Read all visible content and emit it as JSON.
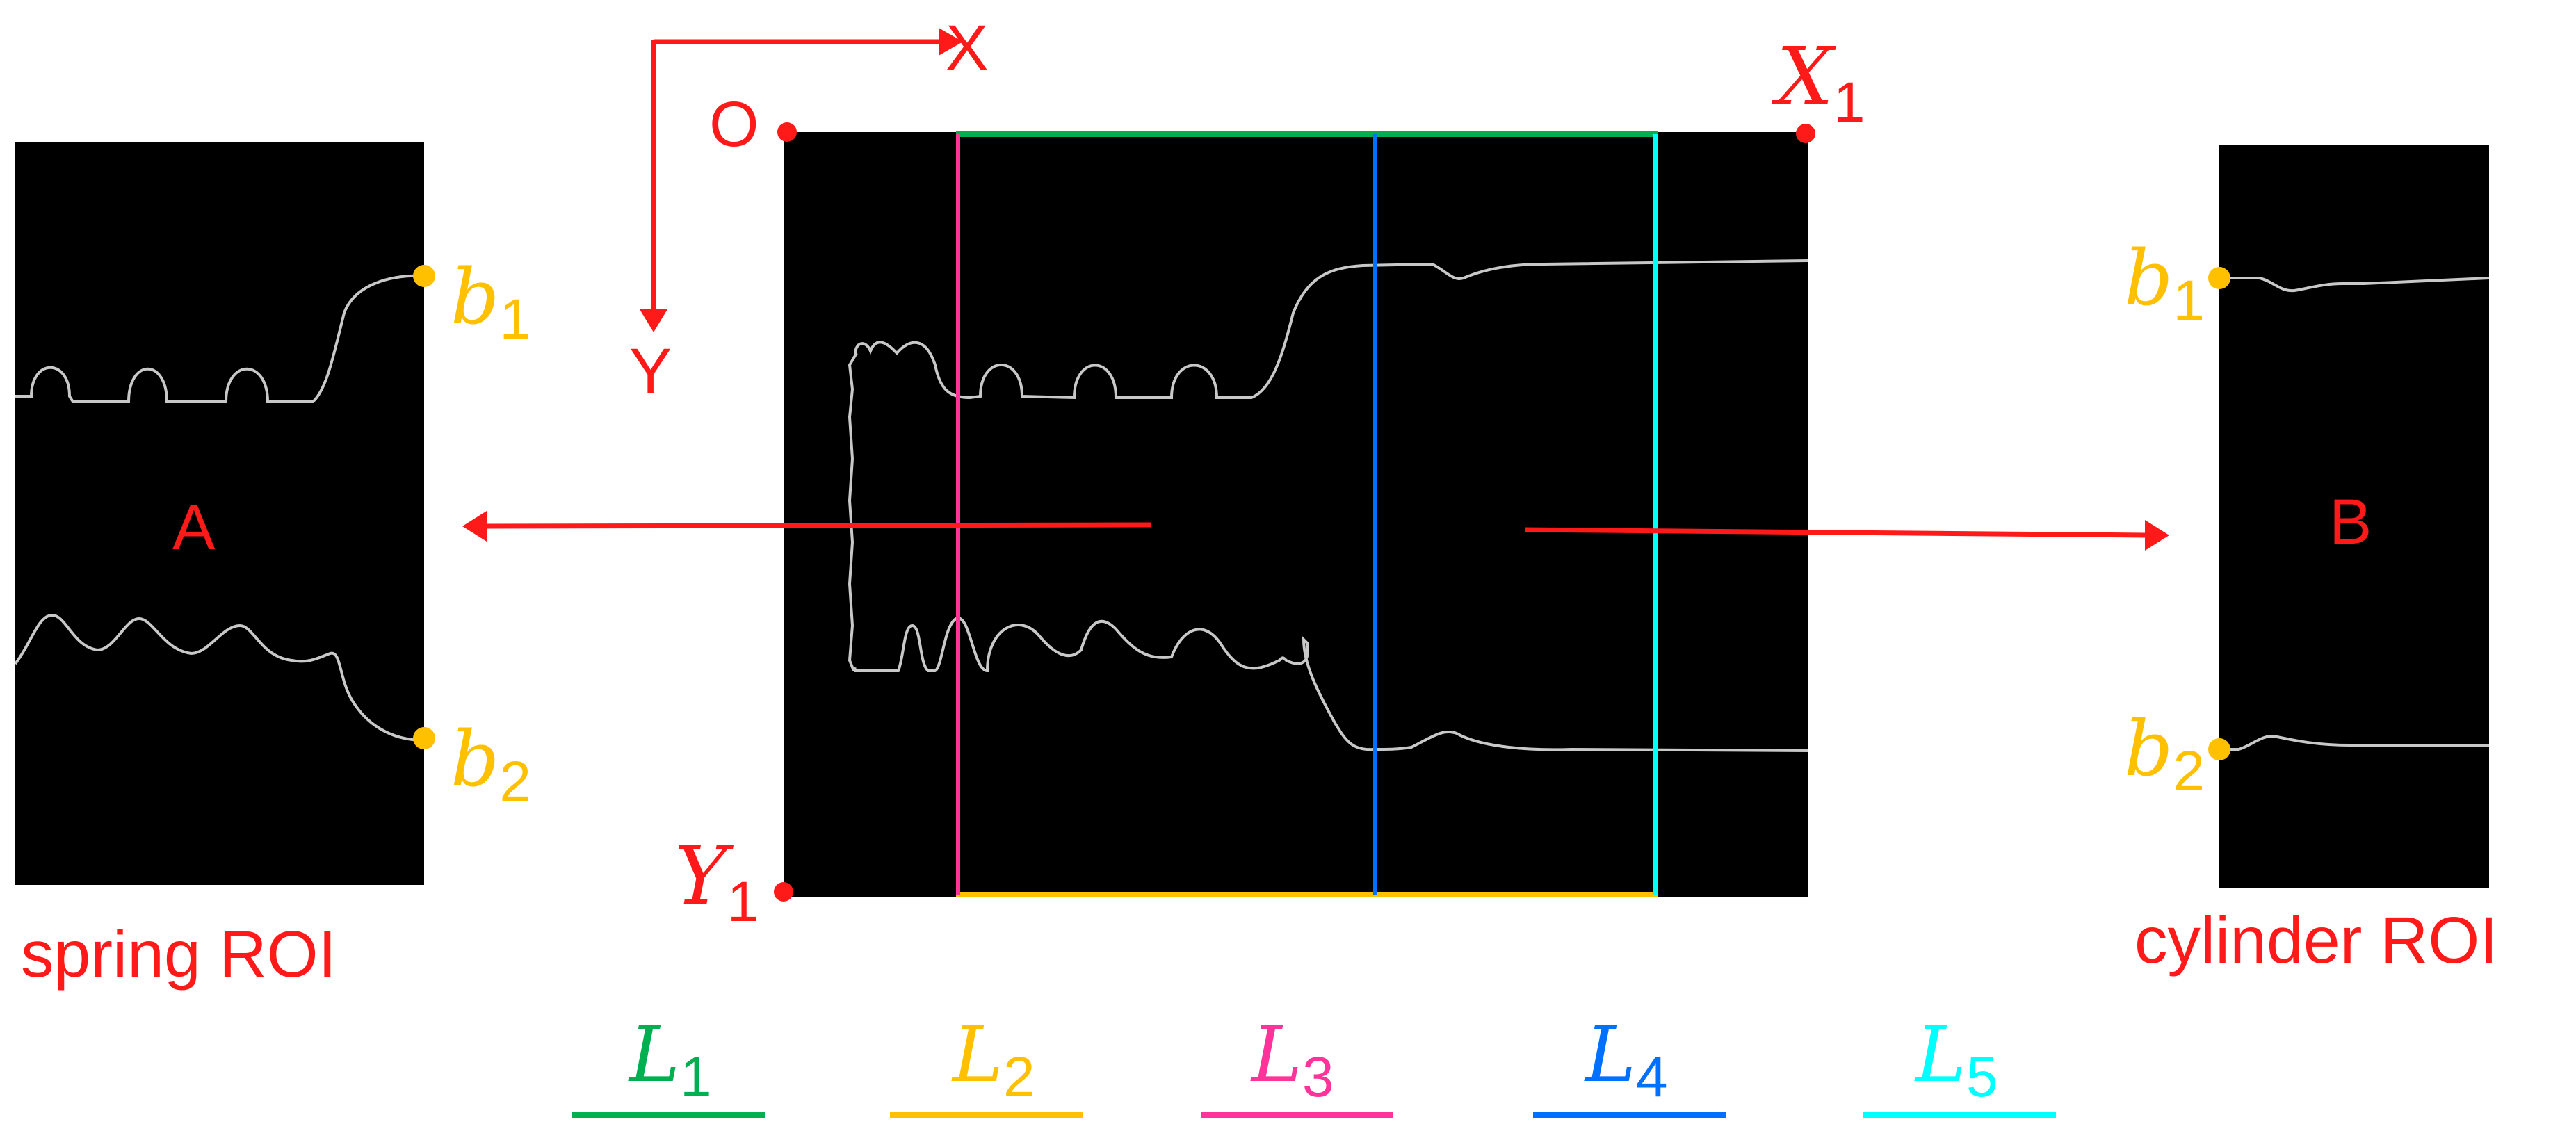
{
  "colors": {
    "red": "#ff1a1a",
    "orange": "#ffc000",
    "green": "#00b050",
    "yellow": "#ffc000",
    "pink": "#ff3399",
    "blue": "#0070ff",
    "cyan": "#00ffff",
    "black": "#000000",
    "contour": "#c8c8c8"
  },
  "axes": {
    "x_label": "X",
    "y_label": "Y",
    "origin_label": "O",
    "x1": {
      "base": "X",
      "sub": "1"
    },
    "y1": {
      "base": "Y",
      "sub": "1"
    }
  },
  "roi_spring": {
    "region_label": "A",
    "caption": "spring ROI",
    "b1": {
      "base": "b",
      "sub": "1"
    },
    "b2": {
      "base": "b",
      "sub": "2"
    }
  },
  "roi_cylinder": {
    "region_label": "B",
    "caption": "cylinder ROI",
    "b1": {
      "base": "b",
      "sub": "1"
    },
    "b2": {
      "base": "b",
      "sub": "2"
    }
  },
  "legend": [
    {
      "base": "L",
      "sub": "1",
      "color": "#00b050"
    },
    {
      "base": "L",
      "sub": "2",
      "color": "#ffc000"
    },
    {
      "base": "L",
      "sub": "3",
      "color": "#ff3399"
    },
    {
      "base": "L",
      "sub": "4",
      "color": "#0070ff"
    },
    {
      "base": "L",
      "sub": "5",
      "color": "#00ffff"
    }
  ]
}
